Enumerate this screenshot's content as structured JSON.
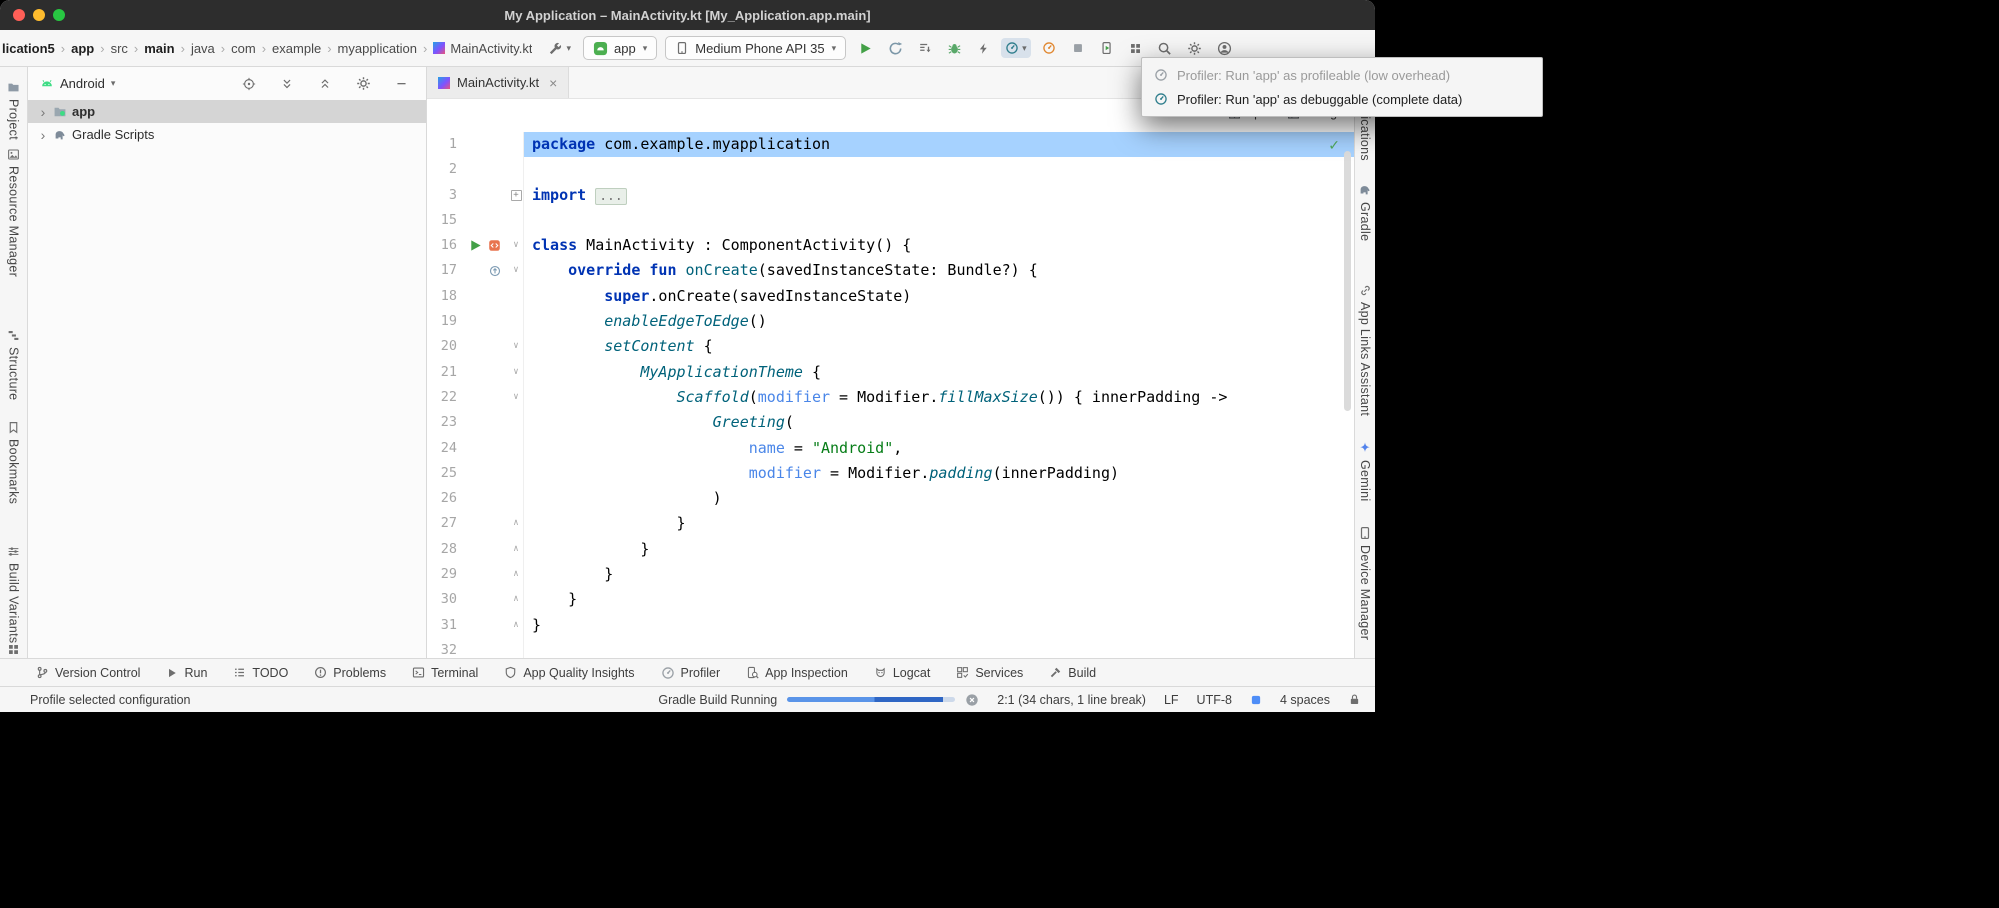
{
  "window": {
    "title": "My Application – MainActivity.kt [My_Application.app.main]",
    "traffic_lights": [
      "#FF5F57",
      "#FEBC2E",
      "#28C742"
    ]
  },
  "toolbar": {
    "breadcrumbs": [
      {
        "label": "lication5",
        "bold": true
      },
      {
        "label": "app",
        "bold": true
      },
      {
        "label": "src",
        "bold": false
      },
      {
        "label": "main",
        "bold": true
      },
      {
        "label": "java",
        "bold": false
      },
      {
        "label": "com",
        "bold": false
      },
      {
        "label": "example",
        "bold": false
      },
      {
        "label": "myapplication",
        "bold": false
      },
      {
        "label": "MainActivity.kt",
        "bold": false,
        "icon": "kotlin"
      }
    ],
    "tool_button": {
      "name": "build-tools-dropdown",
      "icon": "wrench",
      "dropdown": true
    },
    "run_config_label": "app",
    "device_label": "Medium Phone API 35",
    "actions": [
      {
        "name": "run-button",
        "icon": "play"
      },
      {
        "name": "rerun-button",
        "icon": "restart"
      },
      {
        "name": "apply-changes-button",
        "icon": "applylines"
      },
      {
        "name": "debug-button",
        "icon": "bug"
      },
      {
        "name": "apply-code-changes-button",
        "icon": "bolt"
      },
      {
        "name": "profiler-button",
        "icon": "gauge",
        "active": true,
        "dropdown": true
      },
      {
        "name": "profiler-low-overhead-button",
        "icon": "gauge2"
      },
      {
        "name": "stop-button",
        "icon": "stop"
      },
      {
        "name": "device-manager-button",
        "icon": "phoneplay"
      },
      {
        "name": "layout-inspector-button",
        "icon": "grid"
      },
      {
        "name": "search-everywhere-button",
        "icon": "search"
      },
      {
        "name": "settings-button",
        "icon": "gear"
      },
      {
        "name": "account-button",
        "icon": "avatar"
      }
    ]
  },
  "profiler_popup": {
    "items": [
      {
        "label": "Profiler: Run 'app' as profileable (low overhead)",
        "muted": true,
        "icon": "gaugegray"
      },
      {
        "label": "Profiler: Run 'app' as debuggable (complete data)",
        "muted": false,
        "icon": "gauge"
      }
    ]
  },
  "editor_modes": [
    {
      "label": "Code",
      "icon": "codeicon"
    },
    {
      "label": "Split",
      "icon": "spliticon"
    },
    {
      "label": "Design",
      "icon": "designicon"
    }
  ],
  "left_stripe": [
    {
      "label": "Project",
      "icon": "folder"
    },
    {
      "label": "Resource Manager",
      "icon": "imagebox"
    },
    {
      "label": "Structure",
      "icon": "structure"
    },
    {
      "label": "Bookmarks",
      "icon": "bookmark"
    },
    {
      "label": "Build Variants",
      "icon": "variants"
    }
  ],
  "right_stripe": [
    {
      "label": "Notifications",
      "icon": "bell"
    },
    {
      "label": "Gradle",
      "icon": "elephant"
    },
    {
      "label": "App Links Assistant",
      "icon": "link"
    },
    {
      "label": "Gemini",
      "icon": "star4"
    },
    {
      "label": "Device Manager",
      "icon": "phone"
    }
  ],
  "project_panel": {
    "view_label": "Android",
    "actions": [
      {
        "name": "locate-selected-file-button",
        "icon": "target"
      },
      {
        "name": "expand-all-button",
        "icon": "expandall"
      },
      {
        "name": "collapse-all-button",
        "icon": "collapseall"
      },
      {
        "name": "panel-options-button",
        "icon": "gear"
      },
      {
        "name": "hide-panel-button",
        "icon": "minus"
      }
    ],
    "rows": [
      {
        "label": "app",
        "icon": "folderapp",
        "bold": true,
        "selected": true
      },
      {
        "label": "Gradle Scripts",
        "icon": "elephant",
        "bold": false,
        "selected": false
      }
    ]
  },
  "editor": {
    "tab_label": "MainActivity.kt",
    "lines": [
      {
        "n": "1",
        "indent": 0,
        "selected": true,
        "segs": [
          [
            "kw",
            "package"
          ],
          [
            "pl",
            " com.example.myapplication"
          ]
        ]
      },
      {
        "n": "2",
        "segs": []
      },
      {
        "n": "3",
        "fold": "plus",
        "segs": [
          [
            "kw",
            "import"
          ],
          [
            "pl",
            " "
          ],
          [
            "fold",
            "..."
          ]
        ]
      },
      {
        "n": "15",
        "segs": []
      },
      {
        "n": "16",
        "fold": "open",
        "gutter": "run",
        "segs": [
          [
            "kw",
            "class"
          ],
          [
            "pl",
            " MainActivity : ComponentActivity() {"
          ]
        ]
      },
      {
        "n": "17",
        "indent": 4,
        "fold": "open",
        "gutter": "override",
        "segs": [
          [
            "kw",
            "override"
          ],
          [
            "pl",
            " "
          ],
          [
            "kw",
            "fun"
          ],
          [
            "pl",
            " "
          ],
          [
            "fn",
            "onCreate"
          ],
          [
            "pl",
            "(savedInstanceState: Bundle?) {"
          ]
        ]
      },
      {
        "n": "18",
        "indent": 8,
        "segs": [
          [
            "kw",
            "super"
          ],
          [
            "pl",
            ".onCreate(savedInstanceState)"
          ]
        ]
      },
      {
        "n": "19",
        "indent": 8,
        "segs": [
          [
            "fni",
            "enableEdgeToEdge"
          ],
          [
            "pl",
            "()"
          ]
        ]
      },
      {
        "n": "20",
        "indent": 8,
        "fold": "open",
        "segs": [
          [
            "fni",
            "setContent"
          ],
          [
            "pl",
            " {"
          ]
        ]
      },
      {
        "n": "21",
        "indent": 12,
        "fold": "open",
        "segs": [
          [
            "fni",
            "MyApplicationTheme"
          ],
          [
            "pl",
            " {"
          ]
        ]
      },
      {
        "n": "22",
        "indent": 16,
        "fold": "open",
        "segs": [
          [
            "fni",
            "Scaffold"
          ],
          [
            "pl",
            "("
          ],
          [
            "arg",
            "modifier"
          ],
          [
            "pl",
            " = Modifier."
          ],
          [
            "fni",
            "fillMaxSize"
          ],
          [
            "pl",
            "()) { innerPadding ->"
          ]
        ]
      },
      {
        "n": "23",
        "indent": 20,
        "segs": [
          [
            "fni",
            "Greeting"
          ],
          [
            "pl",
            "("
          ]
        ]
      },
      {
        "n": "24",
        "indent": 24,
        "segs": [
          [
            "arg",
            "name"
          ],
          [
            "pl",
            " = "
          ],
          [
            "str",
            "\"Android\""
          ],
          [
            "pl",
            ","
          ]
        ]
      },
      {
        "n": "25",
        "indent": 24,
        "segs": [
          [
            "arg",
            "modifier"
          ],
          [
            "pl",
            " = Modifier."
          ],
          [
            "fni",
            "padding"
          ],
          [
            "pl",
            "(innerPadding)"
          ]
        ]
      },
      {
        "n": "26",
        "indent": 20,
        "segs": [
          [
            "pl",
            ")"
          ]
        ]
      },
      {
        "n": "27",
        "indent": 16,
        "fold": "close",
        "segs": [
          [
            "pl",
            "}"
          ]
        ]
      },
      {
        "n": "28",
        "indent": 12,
        "fold": "close",
        "segs": [
          [
            "pl",
            "}"
          ]
        ]
      },
      {
        "n": "29",
        "indent": 8,
        "fold": "close",
        "segs": [
          [
            "pl",
            "}"
          ]
        ]
      },
      {
        "n": "30",
        "indent": 4,
        "fold": "close",
        "segs": [
          [
            "pl",
            "}"
          ]
        ]
      },
      {
        "n": "31",
        "indent": 0,
        "fold": "close",
        "segs": [
          [
            "pl",
            "}"
          ]
        ]
      },
      {
        "n": "32",
        "segs": []
      }
    ]
  },
  "bottom_tools": [
    {
      "label": "Version Control",
      "icon": "branch"
    },
    {
      "label": "Run",
      "icon": "playgray"
    },
    {
      "label": "TODO",
      "icon": "todo"
    },
    {
      "label": "Problems",
      "icon": "problems"
    },
    {
      "label": "Terminal",
      "icon": "terminal"
    },
    {
      "label": "App Quality Insights",
      "icon": "shield"
    },
    {
      "label": "Profiler",
      "icon": "gaugegray"
    },
    {
      "label": "App Inspection",
      "icon": "inspect"
    },
    {
      "label": "Logcat",
      "icon": "logcat"
    },
    {
      "label": "Services",
      "icon": "services"
    },
    {
      "label": "Build",
      "icon": "hammer"
    }
  ],
  "status_bar": {
    "left_label": "Profile selected configuration",
    "progress_label": "Gradle Build Running",
    "caret_position": "2:1 (34 chars, 1 line break)",
    "line_separator": "LF",
    "encoding": "UTF-8",
    "indent": "4 spaces"
  },
  "colors": {
    "selection": "#A6D2FF",
    "run_green": "#43A047",
    "keyword_blue": "#0033B3",
    "function_teal": "#00627A",
    "string_green": "#067D17",
    "named_arg_blue": "#4A86E8"
  }
}
